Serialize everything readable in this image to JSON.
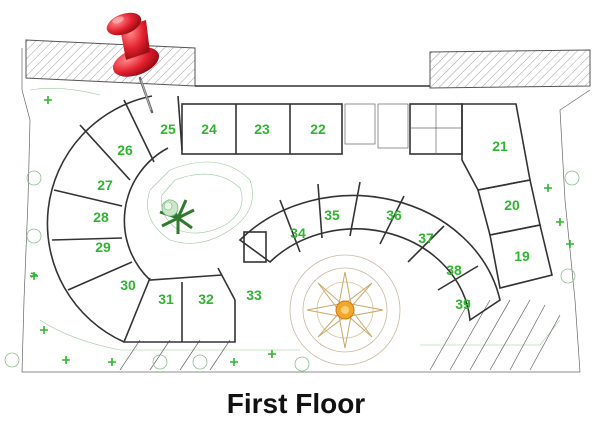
{
  "caption": "First Floor",
  "colors": {
    "unit_label": "#2fb52f",
    "walls": "#333333",
    "pin": "#e3212f",
    "landscape": "#88c088"
  },
  "units": [
    "19",
    "20",
    "21",
    "22",
    "23",
    "24",
    "25",
    "26",
    "27",
    "28",
    "29",
    "30",
    "31",
    "32",
    "33",
    "34",
    "35",
    "36",
    "37",
    "38",
    "39"
  ],
  "icons": [
    "map-pin-icon",
    "palm-tree-icon",
    "shrub-icon",
    "compass-rose-icon"
  ]
}
